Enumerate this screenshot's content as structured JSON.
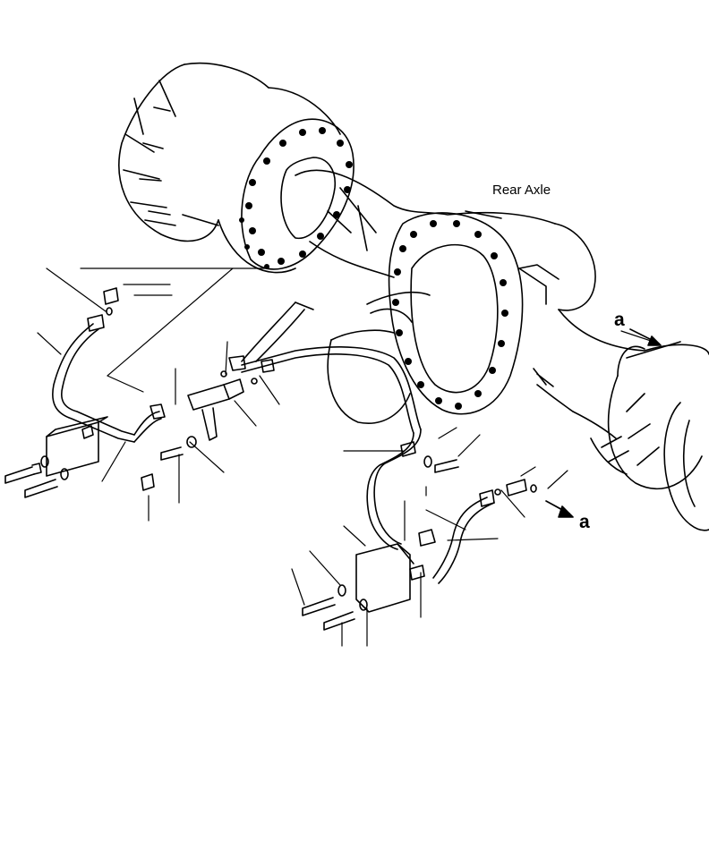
{
  "diagram": {
    "title": "Rear Axle",
    "view_reference_top": "a",
    "view_reference_bottom": "a"
  },
  "colors": {
    "line": "#000000",
    "background": "#ffffff"
  }
}
